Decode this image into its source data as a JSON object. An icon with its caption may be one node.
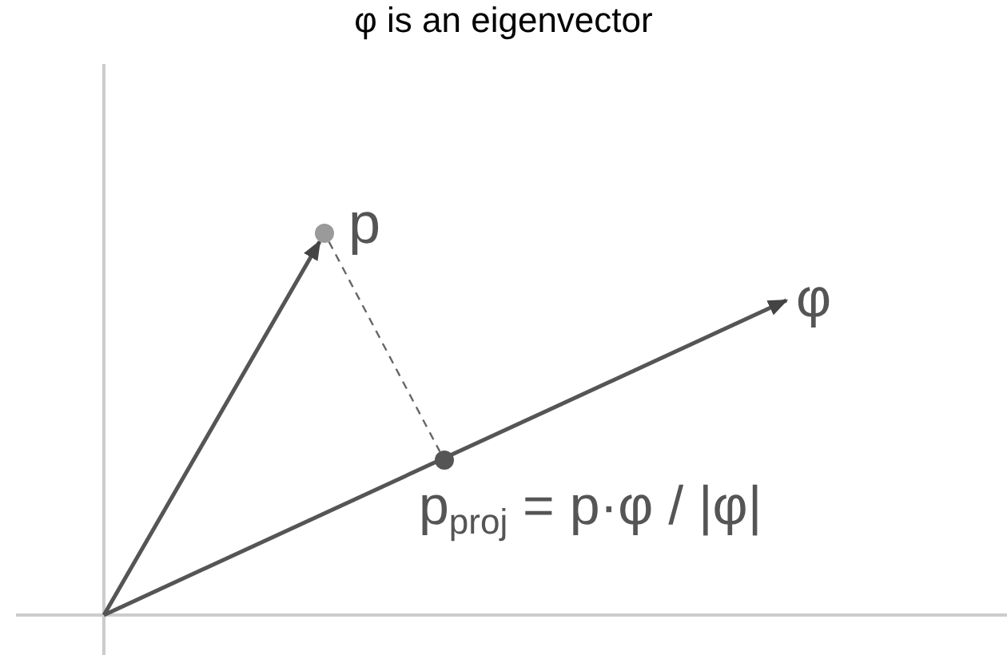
{
  "diagram": {
    "title": "φ is an eigenvector",
    "nodes": [
      {
        "text": [],
        "shape": "circle",
        "beside": [
          "p"
        ]
      },
      {
        "text": [
          "φ"
        ]
      },
      {
        "text": [],
        "shape": "circle",
        "beside": [
          "p$_{proj}$ = p·φ / |φ|"
        ]
      }
    ],
    "edges": [
      {
        "from": null,
        "to": 0,
        "arrow": "to"
      },
      {
        "from": null,
        "to": 1,
        "arrow": "to"
      },
      {
        "from": 0,
        "to": 2,
        "arrow": "none",
        "style": "dashed"
      }
    ]
  }
}
